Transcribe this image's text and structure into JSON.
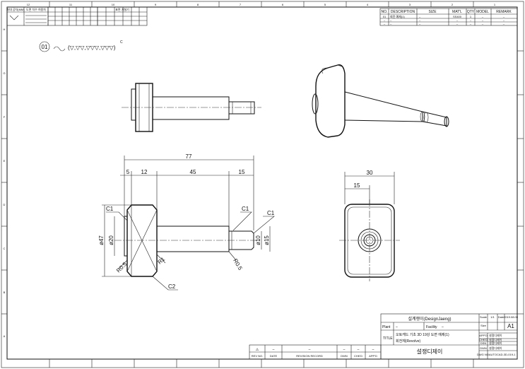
{
  "roughness": {
    "callout": "01",
    "legend": "(▽,▽▽,▽▽▽,▽▽▽)",
    "legend_mark": "C"
  },
  "dimensions": {
    "overall_length": "77",
    "head_thickness": "5",
    "neck": "12",
    "shaft_length": "45",
    "pin_length": "15",
    "head_dia": "ø47",
    "boss_dia": "ø20",
    "pin_dia": "ø10",
    "pin_dia_outer": "ø15",
    "radius_1": "R0.5",
    "radius_2": "R1",
    "radius_3": "R0.5",
    "chamfer_1": "C1",
    "chamfer_2": "C1",
    "chamfer_3": "C1",
    "chamfer_4": "C2",
    "side_width": "30",
    "side_half": "15"
  },
  "parts_list": {
    "headers": [
      "NO.",
      "DESCRIPTION",
      "SIZE",
      "MAT'L",
      "QTY",
      "MODEL",
      "REMARK"
    ],
    "rows": [
      [
        "01",
        "회전 예제(1)",
        "–",
        "SS400",
        "1",
        "–",
        "–"
      ],
      [
        "–",
        "–",
        "–",
        "–",
        "–",
        "–",
        "–"
      ],
      [
        "–",
        "–",
        "–",
        "–",
        "–",
        "–",
        "–"
      ]
    ]
  },
  "title_block": {
    "company": "설계쟁이(DesignJaeng)",
    "scale_label": "Scale",
    "scale_value": "1/1",
    "date_label": "Date",
    "date_value": "2019.08.05",
    "plant_label": "Plant",
    "plant_value": "–",
    "facility_label": "Facility",
    "facility_value": "–",
    "title_label": "TITLE",
    "title_line1": "오토캐드 기초 3D 19강 도면 예제(1)",
    "title_line2": "회전체(Revolve)",
    "size_label": "Size",
    "size_value": "A1",
    "brand": "설쟁디제이",
    "sign_rows": [
      {
        "label": "APP'D",
        "value": "설쟁디제이"
      },
      {
        "label": "CHK'D",
        "value": "설쟁디제이"
      },
      {
        "label": "DSN",
        "value": "설쟁디제이"
      },
      {
        "label": "DWN",
        "value": "설쟁디제이"
      },
      {
        "label": "DWG NO.",
        "value": "AUTOCAD-3D-019-1"
      }
    ]
  },
  "revision": {
    "headers": [
      "REV NO.",
      "DATE",
      "REVISION RECORD",
      "DWN",
      "CHK'D",
      "APP'D"
    ],
    "row": [
      "⚠",
      "–",
      "–",
      "–",
      "–",
      "–"
    ]
  },
  "corner_tables": {
    "left_headers": [
      "최대 공차(MM)",
      "도면 치수 허용차"
    ],
    "surface_label": "표면 거칠기"
  },
  "zones": {
    "columns": [
      "12",
      "11",
      "10",
      "9",
      "8",
      "7",
      "6",
      "5",
      "4",
      "3",
      "2",
      "1"
    ],
    "rows": [
      "H",
      "G",
      "F",
      "E",
      "D",
      "C",
      "B",
      "A"
    ]
  }
}
